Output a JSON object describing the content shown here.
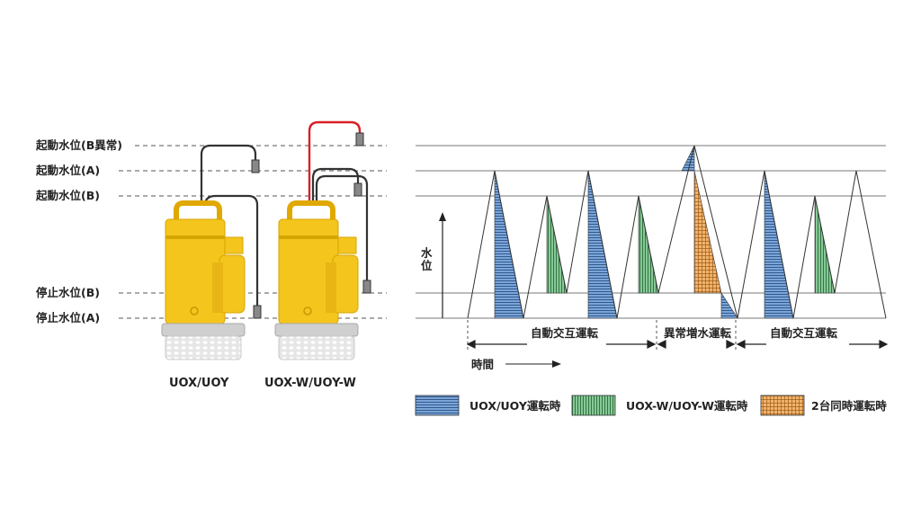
{
  "levels": {
    "start_b_abnormal": "起動水位(B異常)",
    "start_a": "起動水位(A)",
    "start_b": "起動水位(B)",
    "stop_b": "停止水位(B)",
    "stop_a": "停止水位(A)"
  },
  "pumps": {
    "left_caption": "UOX/UOY",
    "right_caption": "UOX-W/UOY-W"
  },
  "chart": {
    "y_axis_label_1": "水",
    "y_axis_label_2": "位",
    "time_label": "時間",
    "segment_1": "自動交互運転",
    "segment_2": "異常増水運転",
    "segment_3": "自動交互運転"
  },
  "legend": {
    "blue": "UOX/UOY運転時",
    "green": "UOX-W/UOY-W運転時",
    "orange": "2台同時運転時"
  },
  "colors": {
    "pump_yellow": "#f4c51c",
    "blue_fill": "#7aa6d8",
    "green_fill": "#7fc48e",
    "orange_fill": "#f2b36b",
    "red_cable": "#d81f26"
  }
}
